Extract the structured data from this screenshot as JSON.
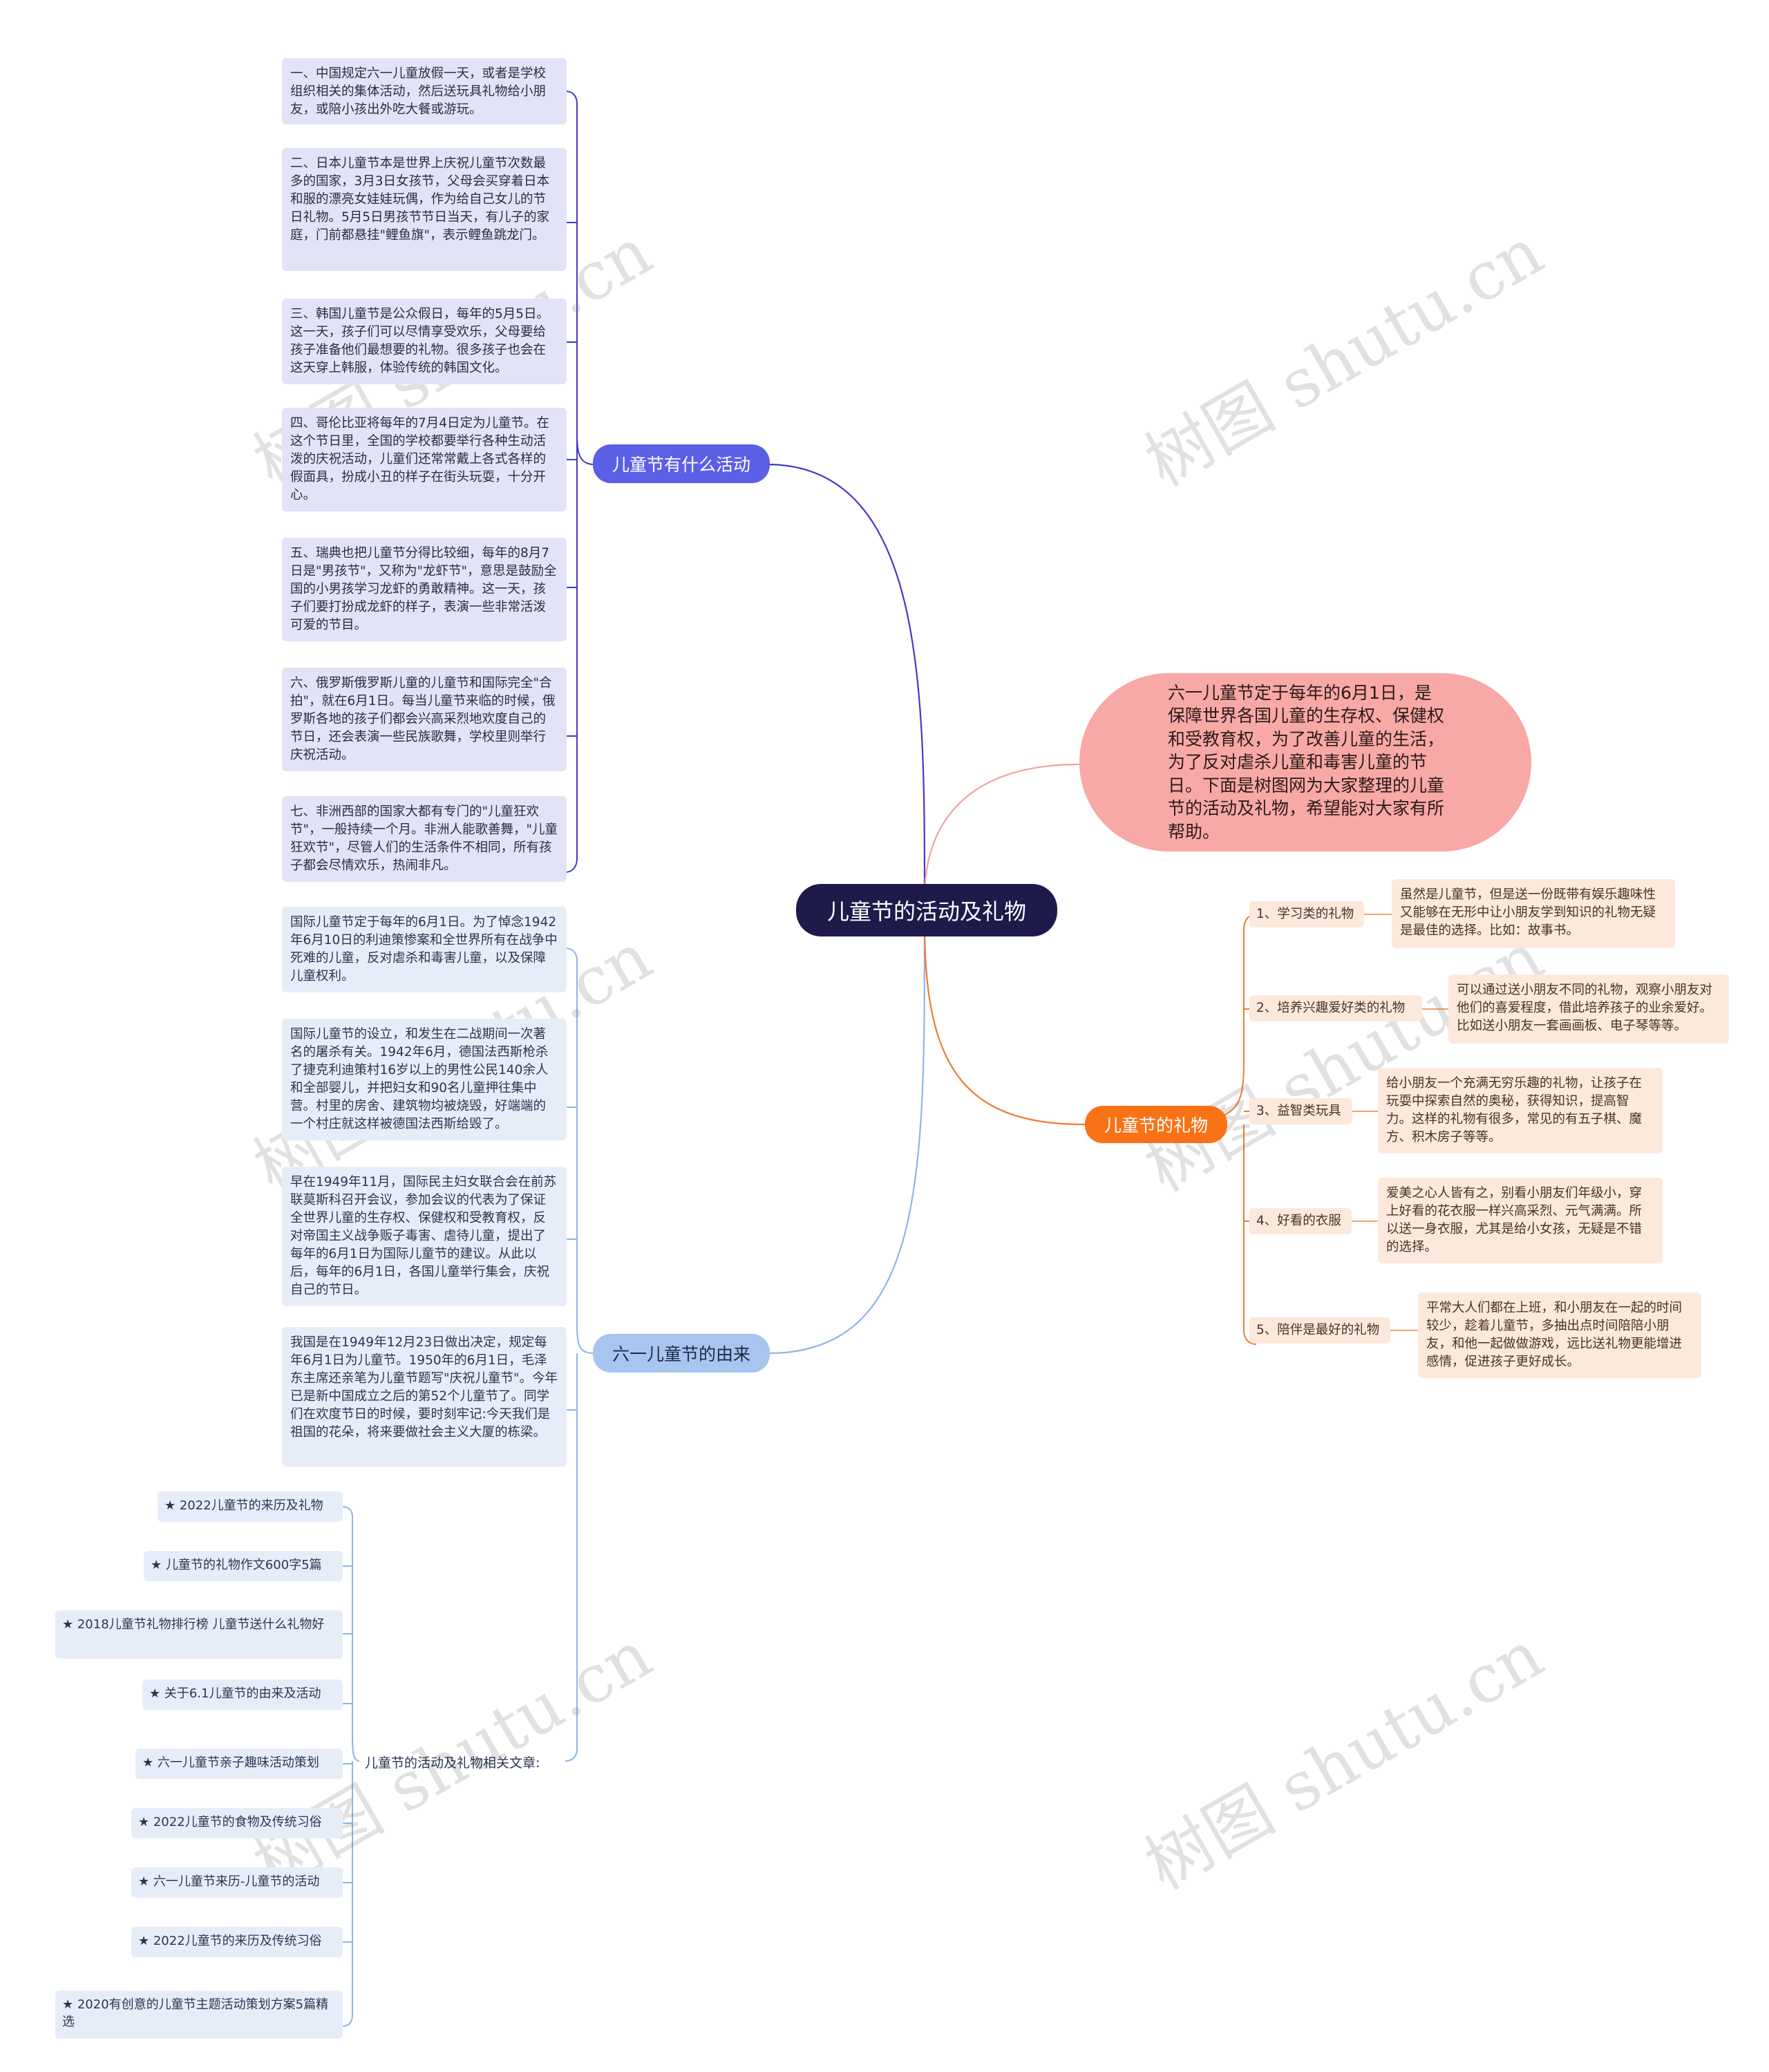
{
  "root": {
    "label": "儿童节的活动及礼物"
  },
  "intro": {
    "text": "六一儿童节定于每年的6月1日，是保障世界各国儿童的生存权、保健权和受教育权，为了改善儿童的生活，为了反对虐杀儿童和毒害儿童的节日。下面是树图网为大家整理的儿童节的活动及礼物，希望能对大家有所帮助。"
  },
  "activities": {
    "label": "儿童节有什么活动",
    "items": [
      "一、中国规定六一儿童放假一天，或者是学校组织相关的集体活动，然后送玩具礼物给小朋友，或陪小孩出外吃大餐或游玩。",
      "二、日本儿童节本是世界上庆祝儿童节次数最多的国家，3月3日女孩节，父母会买穿着日本和服的漂亮女娃娃玩偶，作为给自己女儿的节日礼物。5月5日男孩节节日当天，有儿子的家庭，门前都悬挂\"鲤鱼旗\"，表示鲤鱼跳龙门。",
      "三、韩国儿童节是公众假日，每年的5月5日。这一天，孩子们可以尽情享受欢乐，父母要给孩子准备他们最想要的礼物。很多孩子也会在这天穿上韩服，体验传统的韩国文化。",
      "四、哥伦比亚将每年的7月4日定为儿童节。在这个节日里，全国的学校都要举行各种生动活泼的庆祝活动，儿童们还常常戴上各式各样的假面具，扮成小丑的样子在街头玩耍，十分开心。",
      "五、瑞典也把儿童节分得比较细，每年的8月7日是\"男孩节\"，又称为\"龙虾节\"，意思是鼓励全国的小男孩学习龙虾的勇敢精神。这一天，孩子们要打扮成龙虾的样子，表演一些非常活泼可爱的节目。",
      "六、俄罗斯俄罗斯儿童的儿童节和国际完全\"合拍\"，就在6月1日。每当儿童节来临的时候，俄罗斯各地的孩子们都会兴高采烈地欢度自己的节日，还会表演一些民族歌舞，学校里则举行庆祝活动。",
      "七、非洲西部的国家大都有专门的\"儿童狂欢节\"，一般持续一个月。非洲人能歌善舞，\"儿童狂欢节\"，尽管人们的生活条件不相同，所有孩子都会尽情欢乐，热闹非凡。"
    ]
  },
  "origin": {
    "label": "六一儿童节的由来",
    "items": [
      "国际儿童节定于每年的6月1日。为了悼念1942年6月10日的利迪策惨案和全世界所有在战争中死难的儿童，反对虐杀和毒害儿童，以及保障儿童权利。",
      "国际儿童节的设立，和发生在二战期间一次著名的屠杀有关。1942年6月，德国法西斯枪杀了捷克利迪策村16岁以上的男性公民140余人和全部婴儿，并把妇女和90名儿童押往集中营。村里的房舍、建筑物均被烧毁，好端端的一个村庄就这样被德国法西斯给毁了。",
      "早在1949年11月，国际民主妇女联合会在前苏联莫斯科召开会议，参加会议的代表为了保证全世界儿童的生存权、保健权和受教育权，反对帝国主义战争贩子毒害、虐待儿童，提出了每年的6月1日为国际儿童节的建议。从此以后，每年的6月1日，各国儿童举行集会，庆祝自己的节日。",
      "我国是在1949年12月23日做出决定，规定每年6月1日为儿童节。1950年的6月1日，毛泽东主席还亲笔为儿童节题写\"庆祝儿童节\"。今年已是新中国成立之后的第52个儿童节了。同学们在欢度节日的时候，要时刻牢记:今天我们是祖国的花朵，将来要做社会主义大厦的栋梁。"
    ],
    "related_label": "儿童节的活动及礼物相关文章:",
    "related": [
      "★ 2022儿童节的来历及礼物",
      "★ 儿童节的礼物作文600字5篇",
      "★ 2018儿童节礼物排行榜 儿童节送什么礼物好",
      "★ 关于6.1儿童节的由来及活动",
      "★ 六一儿童节亲子趣味活动策划",
      "★ 2022儿童节的食物及传统习俗",
      "★ 六一儿童节来历-儿童节的活动",
      "★ 2022儿童节的来历及传统习俗",
      "★ 2020有创意的儿童节主题活动策划方案5篇精选"
    ]
  },
  "gifts": {
    "label": "儿童节的礼物",
    "items": [
      {
        "title": "1、学习类的礼物",
        "desc": "虽然是儿童节，但是送一份既带有娱乐趣味性又能够在无形中让小朋友学到知识的礼物无疑是最佳的选择。比如：故事书。"
      },
      {
        "title": "2、培养兴趣爱好类的礼物",
        "desc": "可以通过送小朋友不同的礼物，观察小朋友对他们的喜爱程度，借此培养孩子的业余爱好。比如送小朋友一套画画板、电子琴等等。"
      },
      {
        "title": "3、益智类玩具",
        "desc": "给小朋友一个充满无穷乐趣的礼物，让孩子在玩耍中探索自然的奥秘，获得知识，提高智力。这样的礼物有很多，常见的有五子棋、魔方、积木房子等等。"
      },
      {
        "title": "4、好看的衣服",
        "desc": "爱美之心人皆有之，别看小朋友们年级小，穿上好看的花衣服一样兴高采烈、元气满满。所以送一身衣服，尤其是给小女孩，无疑是不错的选择。"
      },
      {
        "title": "5、陪伴是最好的礼物",
        "desc": "平常大人们都在上班，和小朋友在一起的时间较少，趁着儿童节，多抽出点时间陪陪小朋友，和他一起做做游戏，远比送礼物更能增进感情，促进孩子更好成长。"
      }
    ]
  },
  "colors": {
    "root": "#1e1b4b",
    "activities_branch": "#4f46e5",
    "origin_branch": "#a8c5ef",
    "gifts_branch": "#f97316",
    "intro_fill": "#f8a8a6"
  },
  "watermark": "树图 shutu.cn"
}
